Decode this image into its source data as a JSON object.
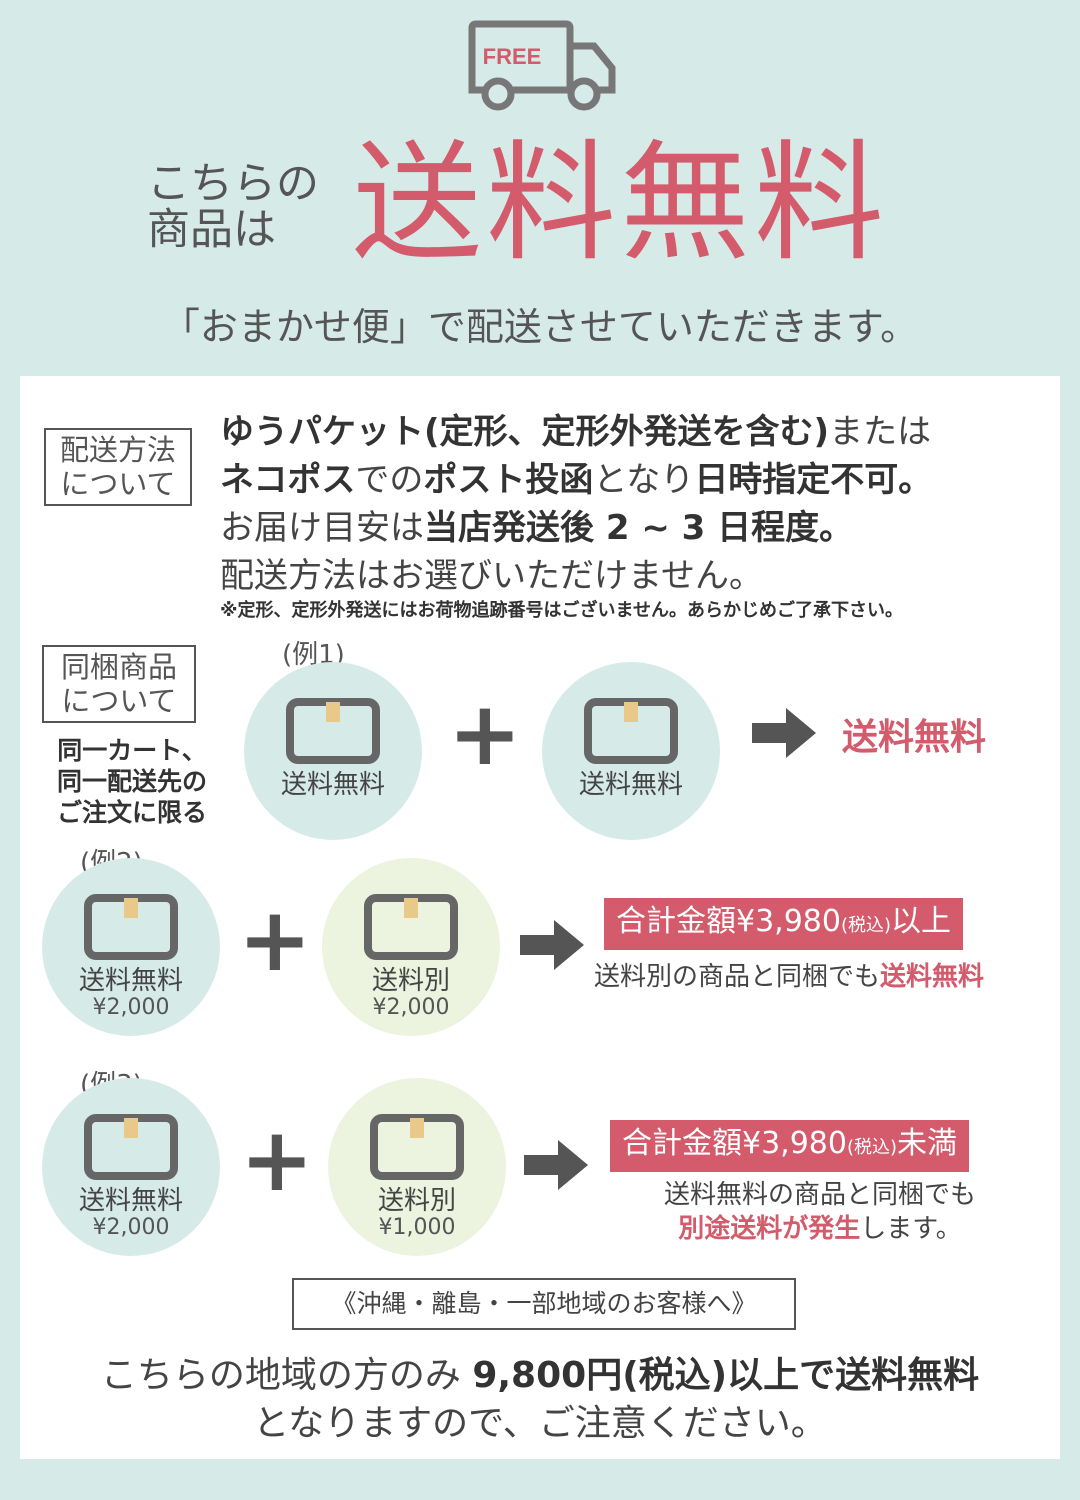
{
  "header": {
    "truck_badge": "FREE",
    "intro_line1": "こちらの",
    "intro_line2": "商品は",
    "title": "送料無料",
    "subtitle": "「おまかせ便」で配送させていただきます。"
  },
  "shipping_method": {
    "label_line1": "配送方法",
    "label_line2": "について",
    "line1_bold": "ゆうパケット(定形、定形外発送を含む)",
    "line1_rest": "または",
    "line2_bold_a": "ネコポス",
    "line2_mid": "での",
    "line2_bold_b": "ポスト投函",
    "line2_mid2": "となり",
    "line2_bold_c": "日時指定不可。",
    "line3_start": "お届け目安は",
    "line3_bold": "当店発送後 2 ~ 3 日程度。",
    "line4": "配送方法はお選びいただけません。",
    "note": "※定形、定形外発送にはお荷物追跡番号はございません。あらかじめご了承下さい。"
  },
  "bundle": {
    "label_line1": "同梱商品",
    "label_line2": "について",
    "limit_line1": "同一カート、",
    "limit_line2": "同一配送先の",
    "limit_line3": "ご注文に限る"
  },
  "example1": {
    "label": "(例1)",
    "item_a": "送料無料",
    "item_b": "送料無料",
    "result": "送料無料"
  },
  "example2": {
    "label": "(例2)",
    "item_a": "送料無料",
    "price_a": "¥2,000",
    "item_b": "送料別",
    "price_b": "¥2,000",
    "banner_main": "合計金額¥3,980",
    "banner_tax": "(税込)",
    "banner_end": "以上",
    "result_text": "送料別の商品と同梱でも",
    "result_red": "送料無料"
  },
  "example3": {
    "label": "(例3)",
    "item_a": "送料無料",
    "price_a": "¥2,000",
    "item_b": "送料別",
    "price_b": "¥1,000",
    "banner_main": "合計金額¥3,980",
    "banner_tax": "(税込)",
    "banner_end": "未満",
    "result_line1": "送料無料の商品と同梱でも",
    "result_red": "別途送料が発生",
    "result_end": "します。"
  },
  "region": {
    "box_label": "《沖縄・離島・一部地域のお客様へ》",
    "line1_start": "こちらの地域の方のみ ",
    "line1_bold": "9,800円(税込)以上で送料無料",
    "line2": "となりますので、ご注意ください。"
  },
  "colors": {
    "accent_red": "#d35b6c",
    "teal_bg": "#d6ebe8",
    "green_circle": "#ecf3df"
  }
}
